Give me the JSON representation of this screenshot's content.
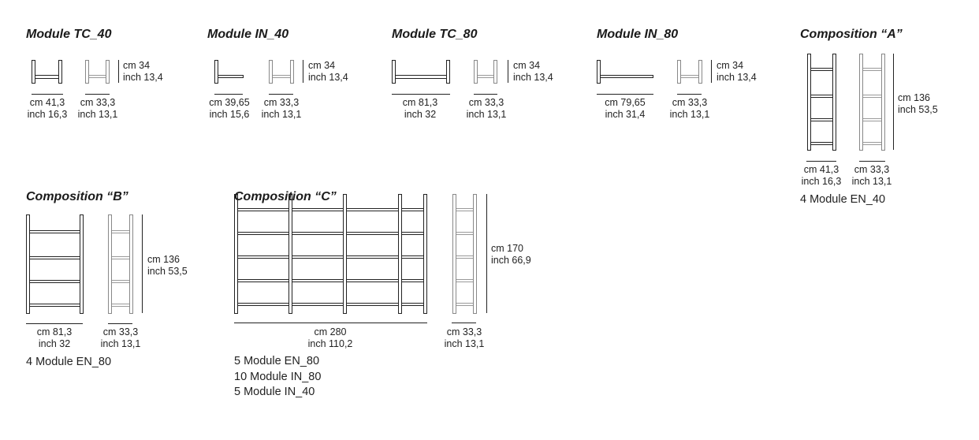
{
  "modules": [
    {
      "title": "Module TC_40",
      "height": [
        "cm 34",
        "inch 13,4"
      ],
      "width": [
        "cm 41,3",
        "inch 16,3"
      ],
      "depth": [
        "cm 33,3",
        "inch 13,1"
      ]
    },
    {
      "title": "Module  IN_40",
      "height": [
        "cm 34",
        "inch 13,4"
      ],
      "width": [
        "cm 39,65",
        "inch 15,6"
      ],
      "depth": [
        "cm 33,3",
        "inch 13,1"
      ]
    },
    {
      "title": "Module TC_80",
      "height": [
        "cm 34",
        "inch 13,4"
      ],
      "width": [
        "cm 81,3",
        "inch 32"
      ],
      "depth": [
        "cm 33,3",
        "inch 13,1"
      ]
    },
    {
      "title": "Module  IN_80",
      "height": [
        "cm 34",
        "inch 13,4"
      ],
      "width": [
        "cm 79,65",
        "inch 31,4"
      ],
      "depth": [
        "cm 33,3",
        "inch 13,1"
      ]
    }
  ],
  "compositions": [
    {
      "title": "Composition  “A”",
      "height": [
        "cm 136",
        "inch 53,5"
      ],
      "width": [
        "cm 41,3",
        "inch 16,3"
      ],
      "depth": [
        "cm 33,3",
        "inch 13,1"
      ],
      "parts": [
        "4 Module EN_40"
      ]
    },
    {
      "title": "Composition  “B”",
      "height": [
        "cm 136",
        "inch 53,5"
      ],
      "width": [
        "cm 81,3",
        "inch 32"
      ],
      "depth": [
        "cm 33,3",
        "inch 13,1"
      ],
      "parts": [
        "4 Module EN_80"
      ]
    },
    {
      "title": "Composition  “C”",
      "height": [
        "cm 170",
        "inch 66,9"
      ],
      "width": [
        "cm 280",
        "inch 110,2"
      ],
      "depth": [
        "cm 33,3",
        "inch 13,1"
      ],
      "parts": [
        "5 Module EN_80",
        "10 Module IN_80",
        "5 Module IN_40"
      ]
    }
  ]
}
